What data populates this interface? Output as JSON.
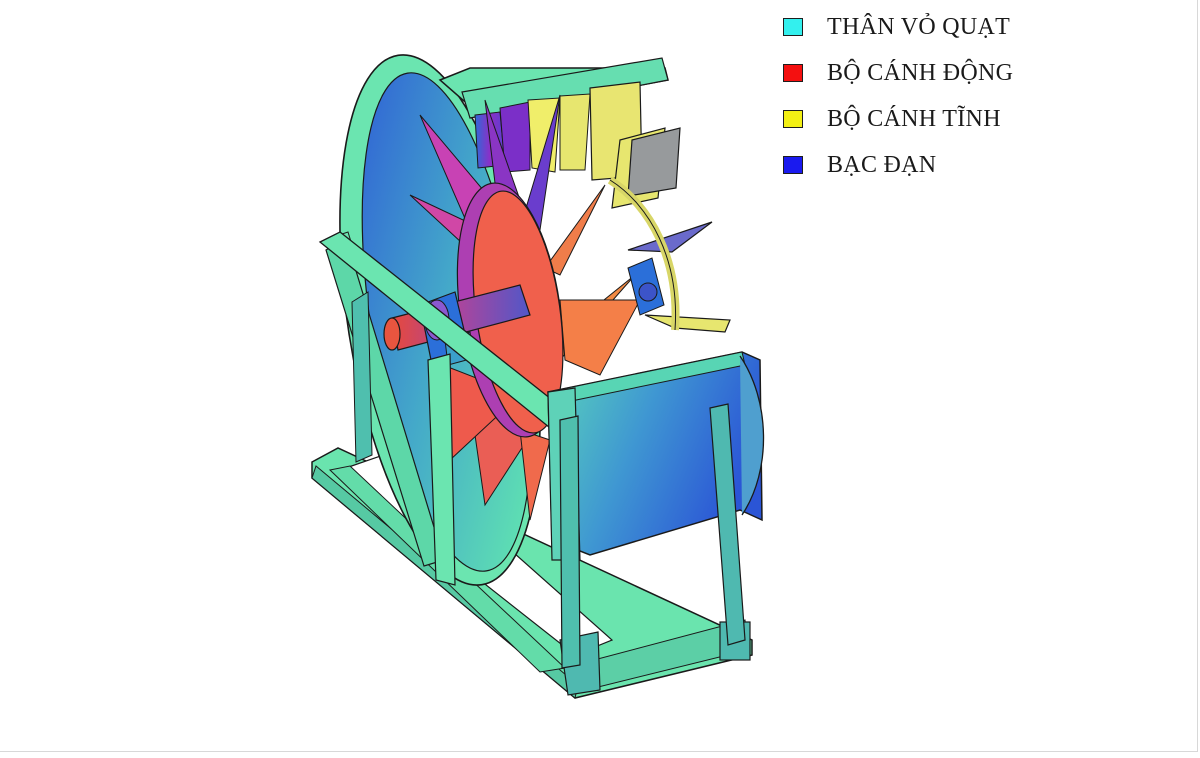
{
  "legend": {
    "items": [
      {
        "label": "THÂN VỎ QUẠT",
        "color": "#33f0ee"
      },
      {
        "label": "BỘ CÁNH ĐỘNG",
        "color": "#f41010"
      },
      {
        "label": "BỘ CÁNH TĨNH",
        "color": "#f3f014"
      },
      {
        "label": "BẠC ĐẠN",
        "color": "#1a1aef"
      }
    ]
  },
  "colors": {
    "casing": "#6fe3ae",
    "casing_blue": "#2f6fd6",
    "rotor": "#f0604c",
    "stator": "#e7e66f",
    "bearing": "#2b6fd9",
    "background": "#ffffff"
  }
}
